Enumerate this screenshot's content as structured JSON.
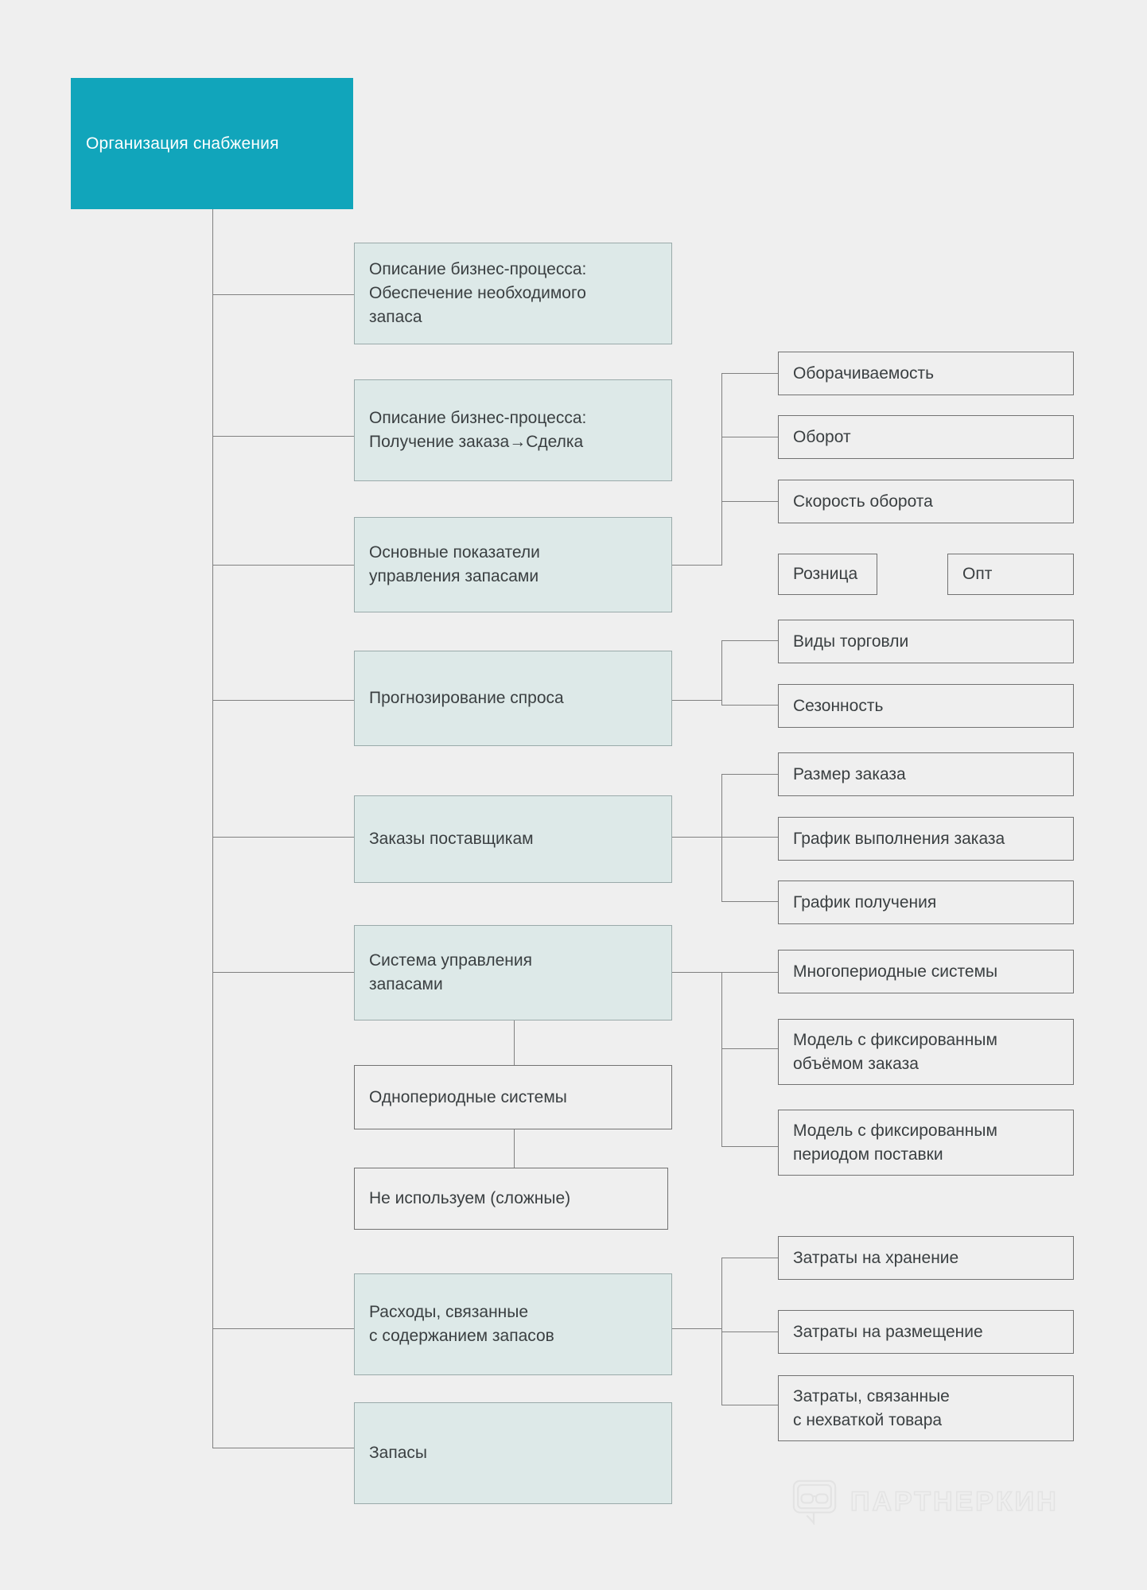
{
  "diagram": {
    "title": "Организация снабжения",
    "background_color": "#efefef",
    "root_color": "#11a5bb",
    "primary_node_color": "#dde9e8",
    "leaf_node_color": "#efefef",
    "border_color": "#9a9a9a",
    "line_color": "#808080",
    "text_color": "#3a3f41",
    "root_text_color": "#ffffff"
  },
  "root": {
    "label": "Организация снабжения"
  },
  "branches": [
    {
      "id": "opisanie-obespechenie",
      "label": "Описание бизнес-процесса:\nОбеспечение необходимого\nзапаса",
      "children": []
    },
    {
      "id": "opisanie-poluchenie",
      "label": "Описание бизнес-процесса:\nПолучение заказа→Сделка",
      "children": []
    },
    {
      "id": "osnovnye-pokazateli",
      "label": "Основные показатели\nуправления запасами",
      "children": [
        {
          "id": "oborachivaemost",
          "label": "Оборачиваемость"
        },
        {
          "id": "oborot",
          "label": "Оборот"
        },
        {
          "id": "skorost-oborota",
          "label": "Скорость оборота"
        }
      ]
    },
    {
      "id": "prognozirovanie-sprosa",
      "label": "Прогнозирование спроса",
      "children": [
        {
          "id": "vidy-torgovli",
          "label": "Виды торговли"
        },
        {
          "id": "sezonnost",
          "label": "Сезонность"
        }
      ]
    },
    {
      "id": "zakazy-postavshchikam",
      "label": "Заказы поставщикам",
      "children": [
        {
          "id": "razmer-zakaza",
          "label": "Размер заказа"
        },
        {
          "id": "grafik-vypolneniya",
          "label": "График выполнения заказа"
        },
        {
          "id": "grafik-polucheniya",
          "label": "График получения"
        }
      ]
    },
    {
      "id": "sistema-upravleniya",
      "label": "Система управления\nзапасами",
      "children": [
        {
          "id": "mnogoperiodnye",
          "label": "Многопериодные системы"
        },
        {
          "id": "model-fiks-obem",
          "label": "Модель с фиксированным\nобъёмом заказа"
        },
        {
          "id": "model-fiks-period",
          "label": "Модель с фиксированным\nпериодом поставки"
        }
      ],
      "below_chain": [
        {
          "id": "odnoperiodnye",
          "label": "Однопериодные системы"
        },
        {
          "id": "ne-ispolzuem",
          "label": "Не используем (сложные)"
        }
      ]
    },
    {
      "id": "rashody",
      "label": "Расходы, связанные\nс содержанием запасов",
      "children": [
        {
          "id": "zatraty-hranenie",
          "label": "Затраты на хранение"
        },
        {
          "id": "zatraty-razmeshchenie",
          "label": "Затраты на размещение"
        },
        {
          "id": "zatraty-nehvatka",
          "label": "Затраты, связанные\nс нехваткой товара"
        }
      ]
    },
    {
      "id": "zapasy",
      "label": "Запасы",
      "children": []
    }
  ],
  "standalone_nodes": [
    {
      "id": "roznitsa",
      "label": "Розница"
    },
    {
      "id": "opt",
      "label": "Опт"
    }
  ],
  "watermark": {
    "text": "ПАРТНЕРКИН",
    "icon": "speech-bubble-glasses-icon"
  }
}
